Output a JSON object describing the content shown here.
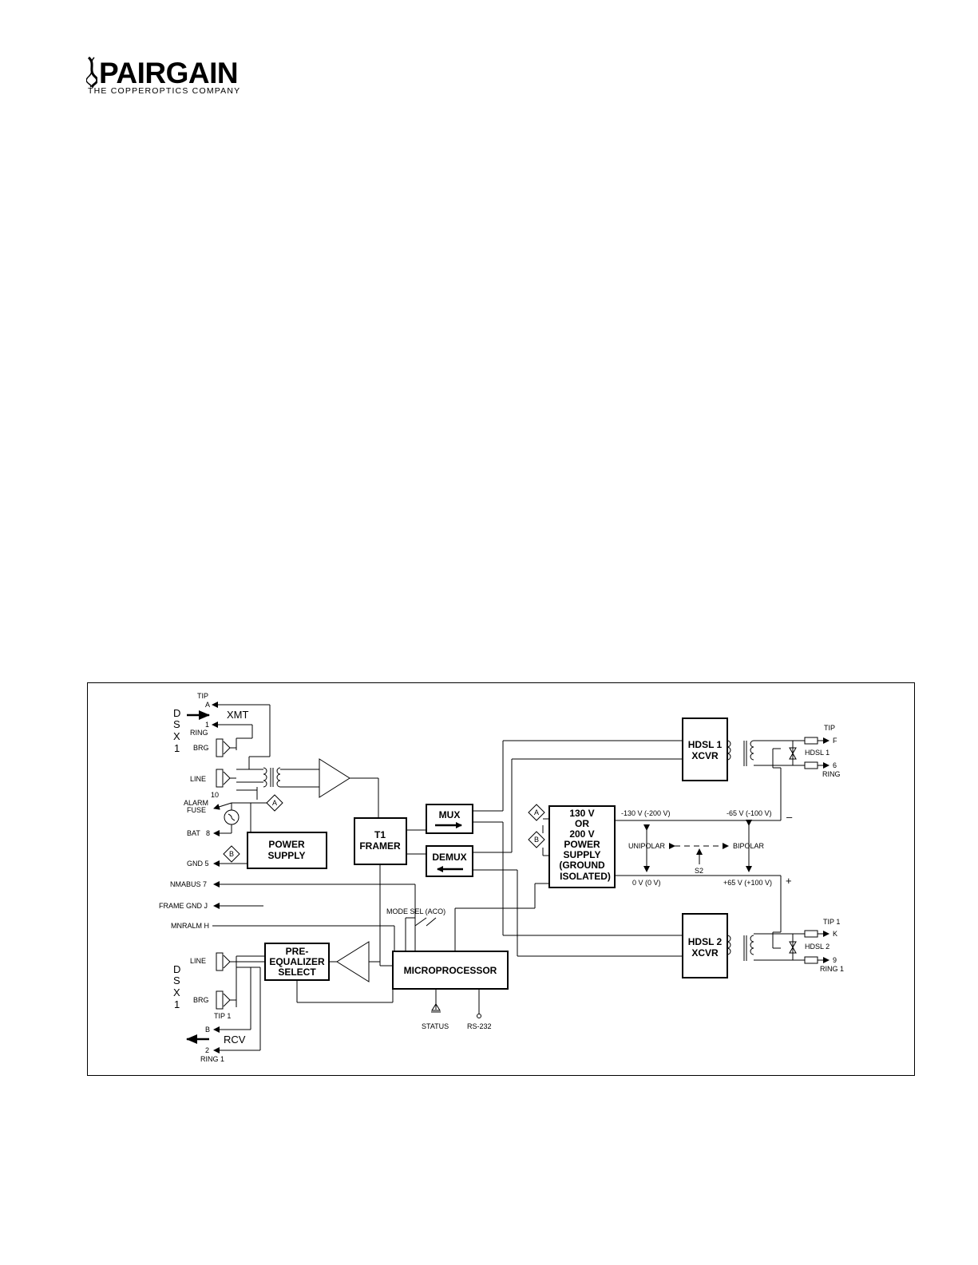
{
  "logo": {
    "wordmark": "PAIRGAIN",
    "tagline": "THE COPPEROPTICS COMPANY"
  },
  "dsx_xmt": {
    "d": "D",
    "s": "S",
    "x": "X",
    "one": "1",
    "tip": "TIP",
    "a": "A",
    "xmt": "XMT",
    "one_pin": "1",
    "ring": "RING",
    "brg": "BRG",
    "line": "LINE",
    "ten": "10"
  },
  "alarm": {
    "alarm": "ALARM",
    "fuse": "FUSE",
    "bat": "BAT",
    "eight": "8",
    "gnd": "GND 5",
    "a": "A",
    "b": "B"
  },
  "blocks": {
    "power_supply_1": "POWER",
    "power_supply_2": "SUPPLY",
    "t1_1": "T1",
    "t1_2": "FRAMER",
    "mux": "MUX",
    "demux": "DEMUX",
    "hv_1": "130 V",
    "hv_2": "OR",
    "hv_3": "200 V",
    "hv_4": "POWER",
    "hv_5": "SUPPLY",
    "hv_6": "(GROUND",
    "hv_7": "ISOLATED)",
    "hdsl1_1": "HDSL 1",
    "hdsl1_2": "XCVR",
    "hdsl2_1": "HDSL 2",
    "hdsl2_2": "XCVR",
    "preeq_1": "PRE-",
    "preeq_2": "EQUALIZER",
    "preeq_3": "SELECT",
    "micro": "MICROPROCESSOR",
    "hv_a": "A",
    "hv_b": "B"
  },
  "rails": {
    "neg130": "-130 V (-200 V)",
    "neg65": "-65 V (-100 V)",
    "zero": "0 V (0 V)",
    "pos65": "+65 V (+100 V)",
    "unipolar": "UNIPOLAR",
    "bipolar": "BIPOLAR",
    "s2": "S2",
    "minus": "–",
    "plus": "+"
  },
  "hdsl_pins": {
    "tip": "TIP",
    "f": "F",
    "hdsl1": "HDSL 1",
    "six": "6",
    "ring": "RING",
    "tip1": "TIP 1",
    "k": "K",
    "hdsl2": "HDSL 2",
    "nine": "9",
    "ring1": "RING 1"
  },
  "signals": {
    "nmabus": "NMABUS 7",
    "frame_gnd": "FRAME GND  J",
    "mnralm": "MNRALM H",
    "modesel": "MODE SEL (ACO)",
    "status": "STATUS",
    "rs232": "RS-232"
  },
  "dsx_rcv": {
    "d": "D",
    "s": "S",
    "x": "X",
    "one": "1",
    "line": "LINE",
    "brg": "BRG",
    "tip1": "TIP 1",
    "b": "B",
    "rcv": "RCV",
    "two": "2",
    "ring1": "RING 1"
  }
}
